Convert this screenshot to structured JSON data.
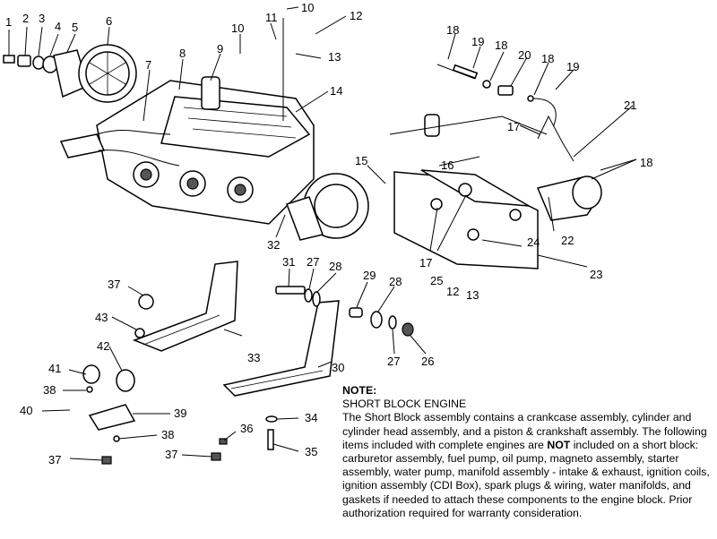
{
  "diagram": {
    "callouts": [
      {
        "id": "c1",
        "text": "1"
      },
      {
        "id": "c2",
        "text": "2"
      },
      {
        "id": "c3",
        "text": "3"
      },
      {
        "id": "c4",
        "text": "4"
      },
      {
        "id": "c5",
        "text": "5"
      },
      {
        "id": "c6",
        "text": "6"
      },
      {
        "id": "c7",
        "text": "7"
      },
      {
        "id": "c8",
        "text": "8"
      },
      {
        "id": "c9",
        "text": "9"
      },
      {
        "id": "c10a",
        "text": "10"
      },
      {
        "id": "c10b",
        "text": "10"
      },
      {
        "id": "c11",
        "text": "11"
      },
      {
        "id": "c12a",
        "text": "12"
      },
      {
        "id": "c12b",
        "text": "12"
      },
      {
        "id": "c13a",
        "text": "13"
      },
      {
        "id": "c13b",
        "text": "13"
      },
      {
        "id": "c14",
        "text": "14"
      },
      {
        "id": "c15",
        "text": "15"
      },
      {
        "id": "c16",
        "text": "16"
      },
      {
        "id": "c17a",
        "text": "17"
      },
      {
        "id": "c17b",
        "text": "17"
      },
      {
        "id": "c18a",
        "text": "18"
      },
      {
        "id": "c18b",
        "text": "18"
      },
      {
        "id": "c18c",
        "text": "18"
      },
      {
        "id": "c18d",
        "text": "18"
      },
      {
        "id": "c19a",
        "text": "19"
      },
      {
        "id": "c19b",
        "text": "19"
      },
      {
        "id": "c20",
        "text": "20"
      },
      {
        "id": "c21",
        "text": "21"
      },
      {
        "id": "c22",
        "text": "22"
      },
      {
        "id": "c23",
        "text": "23"
      },
      {
        "id": "c24",
        "text": "24"
      },
      {
        "id": "c25",
        "text": "25"
      },
      {
        "id": "c26",
        "text": "26"
      },
      {
        "id": "c27a",
        "text": "27"
      },
      {
        "id": "c27b",
        "text": "27"
      },
      {
        "id": "c28a",
        "text": "28"
      },
      {
        "id": "c28b",
        "text": "28"
      },
      {
        "id": "c29",
        "text": "29"
      },
      {
        "id": "c30",
        "text": "30"
      },
      {
        "id": "c31",
        "text": "31"
      },
      {
        "id": "c32",
        "text": "32"
      },
      {
        "id": "c33",
        "text": "33"
      },
      {
        "id": "c34",
        "text": "34"
      },
      {
        "id": "c35",
        "text": "35"
      },
      {
        "id": "c36",
        "text": "36"
      },
      {
        "id": "c37a",
        "text": "37"
      },
      {
        "id": "c37b",
        "text": "37"
      },
      {
        "id": "c37c",
        "text": "37"
      },
      {
        "id": "c38a",
        "text": "38"
      },
      {
        "id": "c38b",
        "text": "38"
      },
      {
        "id": "c39",
        "text": "39"
      },
      {
        "id": "c40",
        "text": "40"
      },
      {
        "id": "c41",
        "text": "41"
      },
      {
        "id": "c42",
        "text": "42"
      },
      {
        "id": "c43",
        "text": "43"
      }
    ]
  },
  "note": {
    "title": "NOTE:",
    "subtitle": "SHORT BLOCK ENGINE",
    "body_1": "The Short Block assembly contains a crankcase assembly, cylinder and cylinder head assembly, and a piston & crankshaft assembly.  The following items included with complete engines are ",
    "not_word": "NOT",
    "body_2": " included on a short block: carburetor assembly, fuel pump, oil pump, magneto assembly, starter assembly, water pump, manifold assembly - intake & exhaust, ignition coils, ignition assembly (CDI Box), spark plugs & wiring, water manifolds, and gaskets if needed to attach these components to the engine block.  Prior authorization required for warranty consideration."
  }
}
